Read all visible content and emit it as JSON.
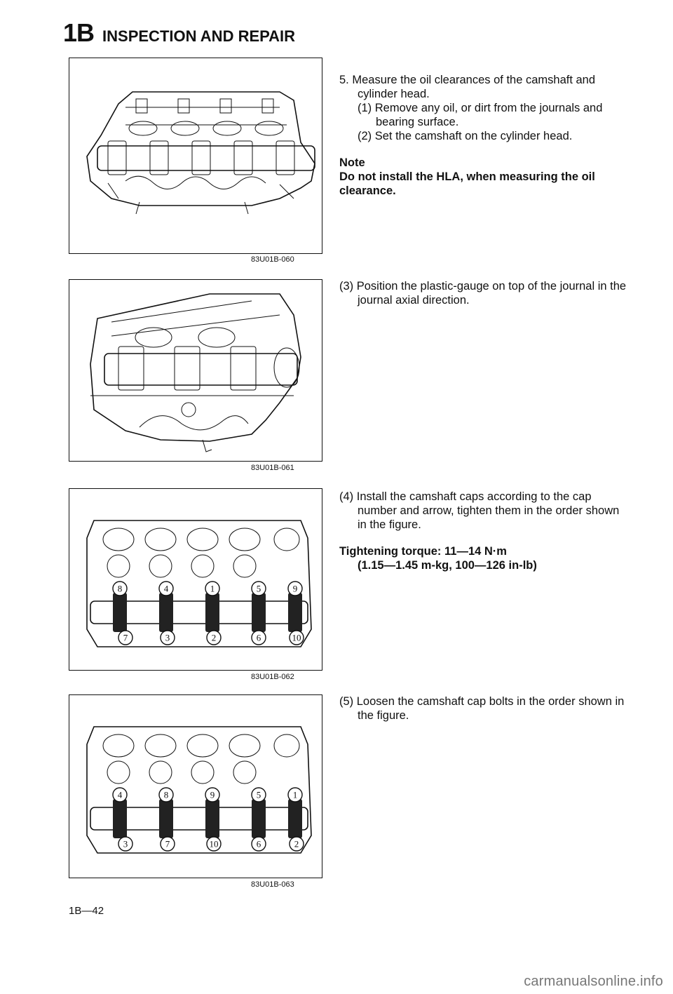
{
  "header": {
    "section": "1B",
    "title": "INSPECTION AND REPAIR"
  },
  "figures": [
    {
      "code": "83U01B-060"
    },
    {
      "code": "83U01B-061"
    },
    {
      "code": "83U01B-062",
      "callouts_top": [
        "8",
        "4",
        "1",
        "5",
        "9"
      ],
      "callouts_bottom": [
        "7",
        "3",
        "2",
        "6",
        "10"
      ]
    },
    {
      "code": "83U01B-063",
      "callouts_top": [
        "4",
        "8",
        "9",
        "5",
        "1"
      ],
      "callouts_bottom": [
        "3",
        "7",
        "10",
        "6",
        "2"
      ]
    }
  ],
  "step5": {
    "main": "5. Measure the oil clearances of the camshaft and cylinder head.",
    "s1": "(1) Remove any oil, or dirt from the journals and bearing surface.",
    "s2": "(2) Set the camshaft on the cylinder head.",
    "note_title": "Note",
    "note_body": "Do not install the HLA, when measuring the oil clearance.",
    "s3": "(3) Position the plastic-gauge on top of the journal in the journal axial direction.",
    "s4": "(4) Install the camshaft caps according to the cap number and arrow, tighten them in the order shown in the figure.",
    "torque_line1": "Tightening torque: 11—14 N·m",
    "torque_line2": "(1.15—1.45 m-kg, 100—126 in-lb)",
    "s5": "(5) Loosen the camshaft cap bolts in the order shown in the figure."
  },
  "page_number": "1B—42",
  "watermark": "carmanualsonline.info"
}
